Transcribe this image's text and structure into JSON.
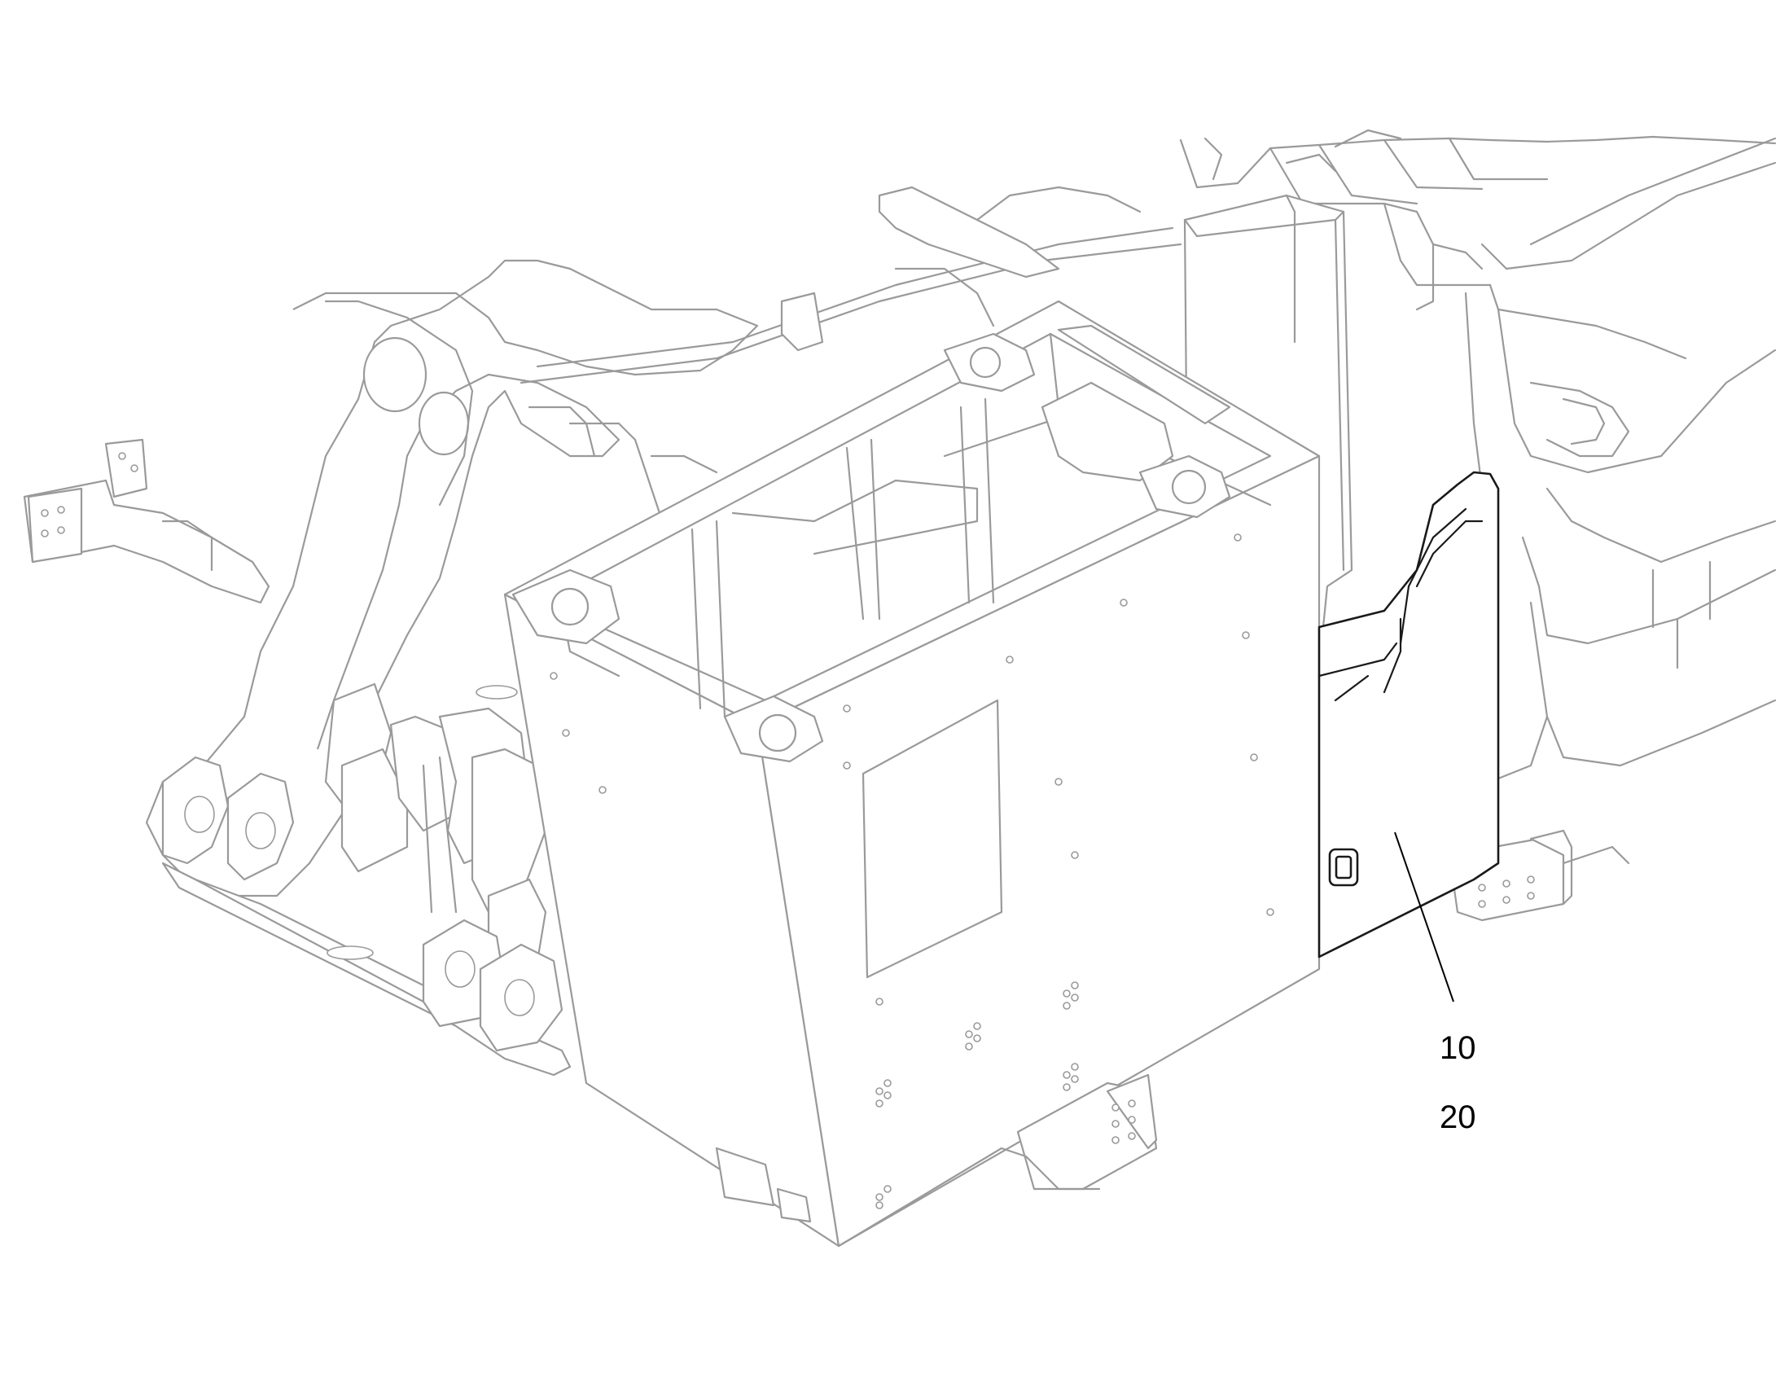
{
  "diagram": {
    "callouts": [
      {
        "id": "callout-10",
        "label": "10"
      },
      {
        "id": "callout-20",
        "label": "20"
      }
    ],
    "colors": {
      "background": "#ffffff",
      "outline": "#9a9a9a",
      "highlighted_part": "#1a1a1a",
      "callout_text": "#000000"
    }
  }
}
